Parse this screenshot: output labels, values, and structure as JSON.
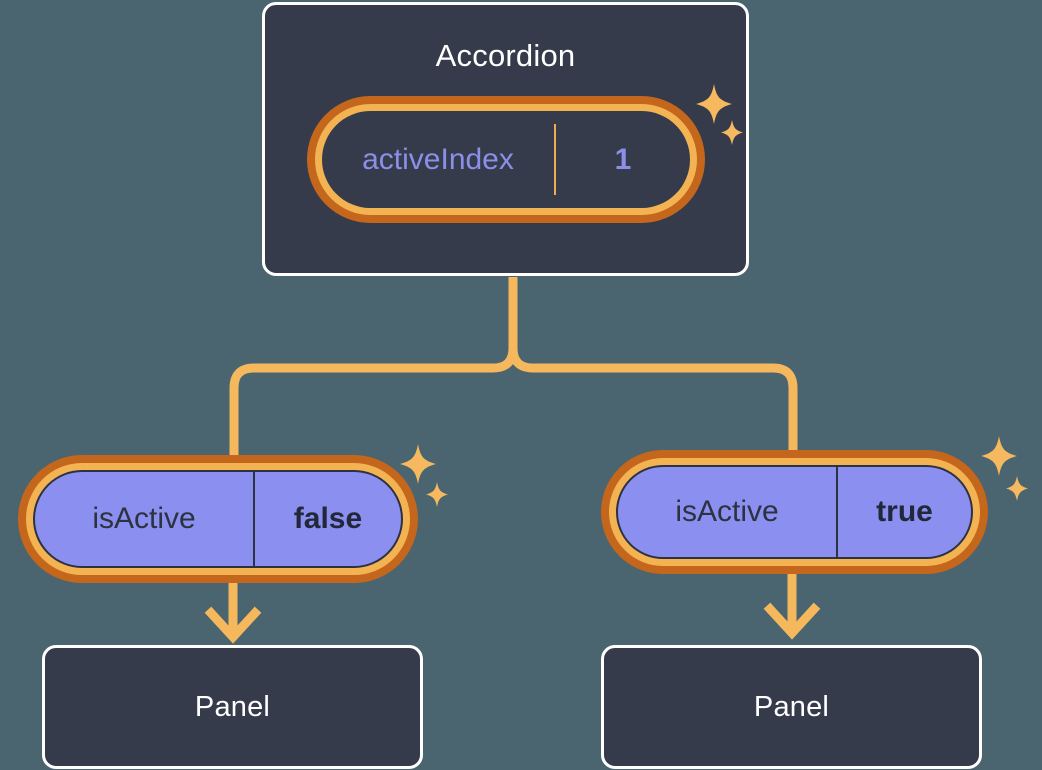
{
  "theme": {
    "background": "#4a6470",
    "card_bg": "#353b4a",
    "card_border": "#ffffff",
    "connector": "#f5b85c",
    "pill_ring_outer": "#c4661b",
    "pill_ring_inner": "#f3b352",
    "pill_purple_fill": "#8b8fef",
    "accent_text_periwinkle": "#8b8fe8",
    "dark_text": "#2c3240",
    "sparkle": "#f7b95f"
  },
  "diagram": {
    "type": "component-tree",
    "root": {
      "name": "accordion-component",
      "title": "Accordion",
      "state": {
        "key": "activeIndex",
        "value": "1"
      }
    },
    "children": [
      {
        "name": "panel-branch-left",
        "prop": {
          "key": "isActive",
          "value": "false"
        },
        "component": {
          "title": "Panel"
        }
      },
      {
        "name": "panel-branch-right",
        "prop": {
          "key": "isActive",
          "value": "true"
        },
        "component": {
          "title": "Panel"
        }
      }
    ]
  },
  "icons": {
    "sparkle": "sparkle-icon",
    "arrow": "arrow-down-icon"
  }
}
